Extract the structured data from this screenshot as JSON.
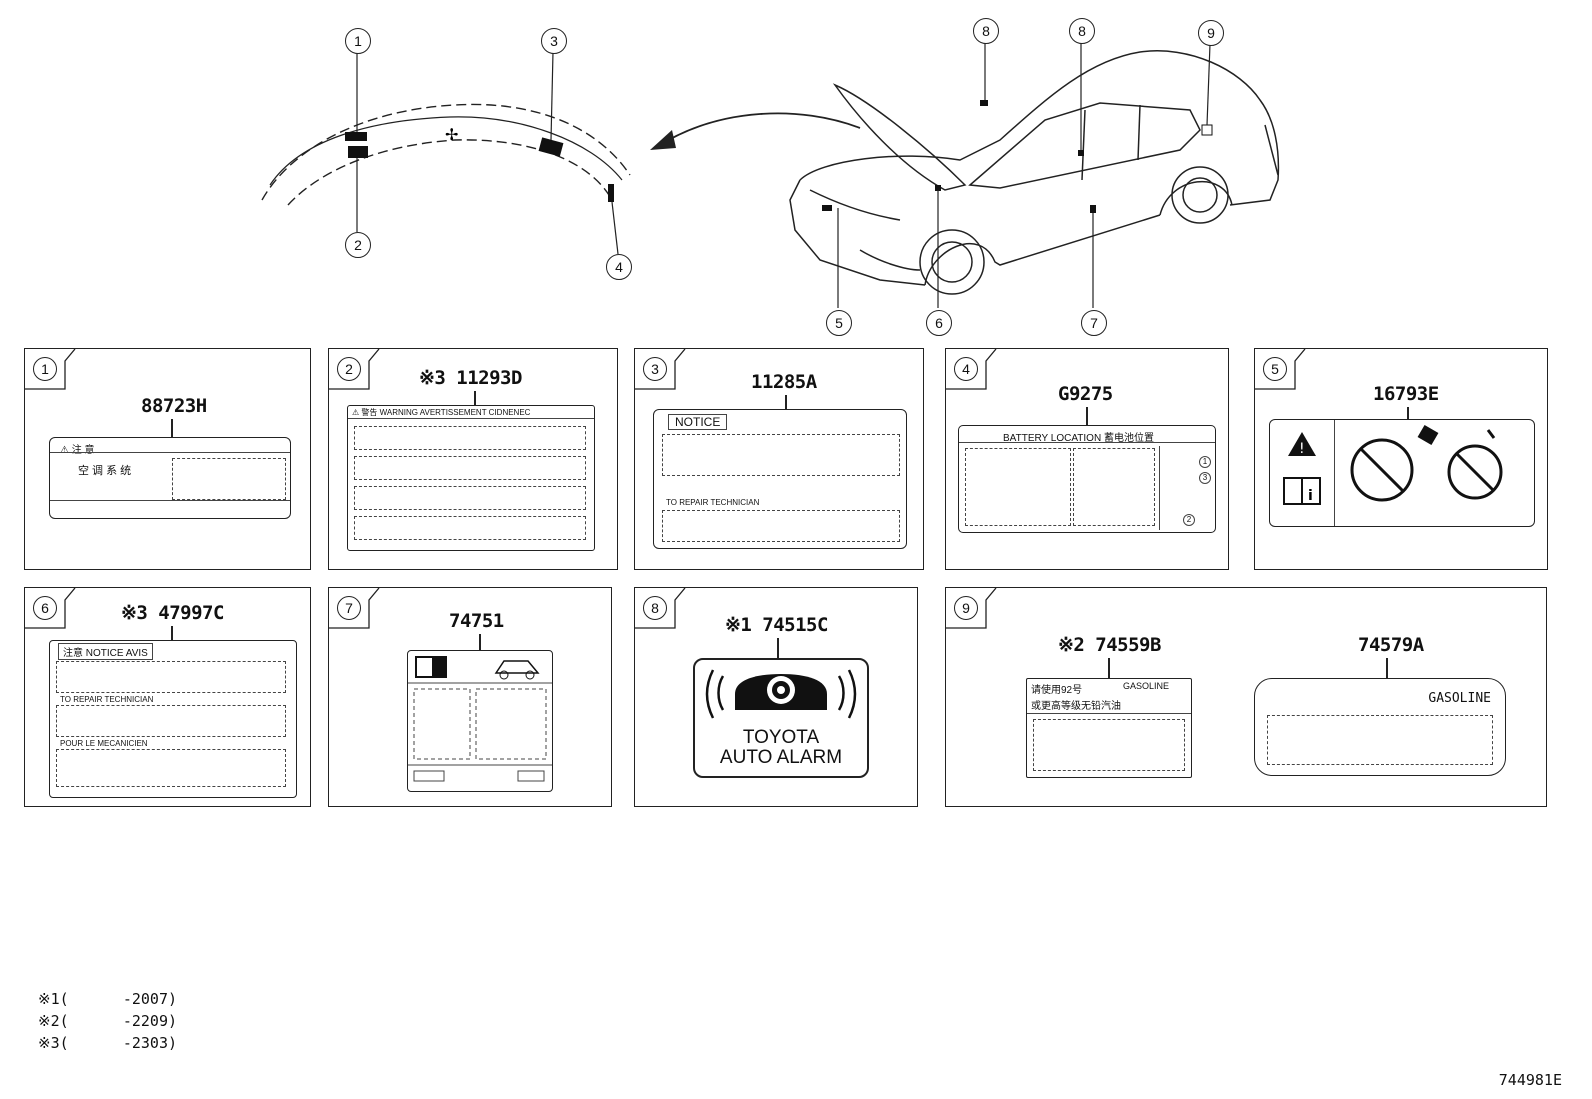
{
  "callouts": {
    "c1": "1",
    "c2": "2",
    "c3": "3",
    "c4": "4",
    "c5": "5",
    "c6": "6",
    "c7": "7",
    "c8a": "8",
    "c8b": "8",
    "c9": "9"
  },
  "panels": [
    {
      "num": "1",
      "part": "88723H"
    },
    {
      "num": "2",
      "part": "※3 11293D"
    },
    {
      "num": "3",
      "part": "11285A"
    },
    {
      "num": "4",
      "part": "G9275"
    },
    {
      "num": "5",
      "part": "16793E"
    },
    {
      "num": "6",
      "part": "※3 47997C"
    },
    {
      "num": "7",
      "part": "74751"
    },
    {
      "num": "8",
      "part": "※1 74515C"
    },
    {
      "num": "9",
      "part_a": "※2 74559B",
      "part_b": "74579A"
    }
  ],
  "label_text": {
    "l1_caution": "⚠ 注  意",
    "l1_system": "空 调 系 统",
    "l2_header": "⚠ 警告  WARNING  AVERTISSEMENT  CIDNENEC",
    "l3_notice": "NOTICE",
    "l3_line": "TO REPAIR TECHNICIAN",
    "l4_title": "BATTERY LOCATION 蓄电池位置",
    "l4_n1": "1",
    "l4_n2": "3",
    "l4_n3": "2",
    "l6_header": "注意   NOTICE   AVIS",
    "l6_line1": "TO REPAIR TECHNICIAN",
    "l6_line2": "POUR LE MECANICIEN",
    "l8_line1": "TOYOTA",
    "l8_line2": "AUTO ALARM",
    "l9a_line1": "请使用92号",
    "l9a_gas": "GASOLINE",
    "l9a_line2": "或更高等级无铅汽油",
    "l9b_gas": "GASOLINE"
  },
  "notes": [
    "※1(      -2007)",
    "※2(      -2209)",
    "※3(      -2303)"
  ],
  "doc_number": "744981E"
}
